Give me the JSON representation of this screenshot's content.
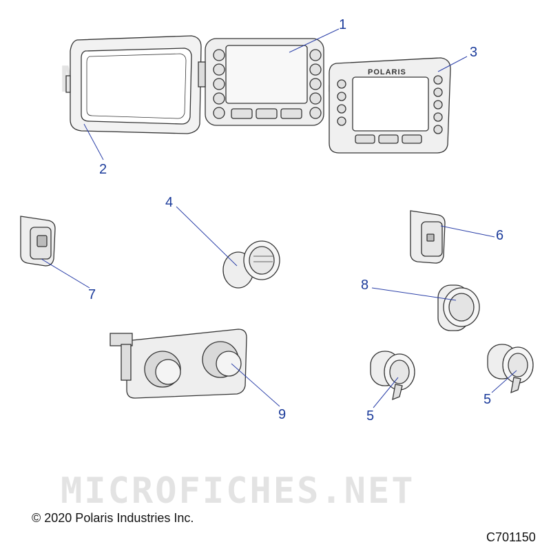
{
  "watermark": "MICROFICHES.NET",
  "callouts": {
    "c1": "1",
    "c2": "2",
    "c3": "3",
    "c4": "4",
    "c5a": "5",
    "c5b": "5",
    "c6": "6",
    "c7": "7",
    "c8": "8",
    "c9": "9"
  },
  "brand_mark": "POLARIS",
  "copyright": "© 2020 Polaris Industries Inc.",
  "diagram_code": "C701150",
  "colors": {
    "callout": "#1a3a9a",
    "line": "#2a3fa8",
    "part_stroke": "#333333",
    "part_fill": "#f2f2f2",
    "watermark": "#e3e3e3"
  }
}
